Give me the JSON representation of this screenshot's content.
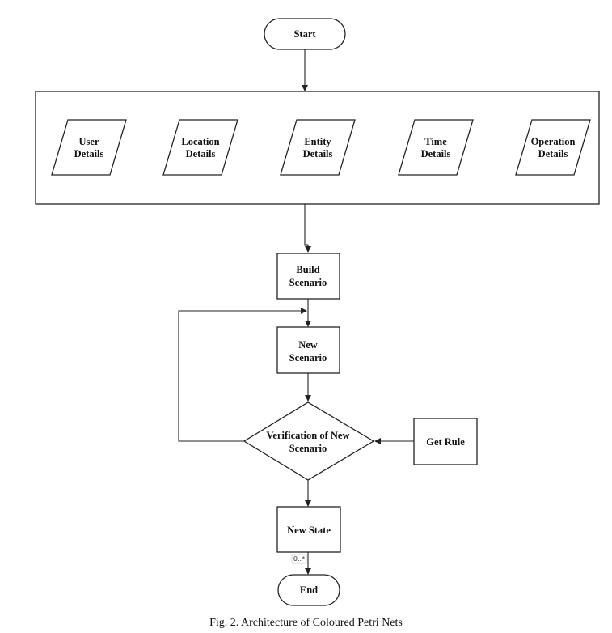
{
  "diagram": {
    "start": "Start",
    "inputs": {
      "user_details": [
        "User",
        "Details"
      ],
      "location_details": [
        "Location",
        "Details"
      ],
      "entity_details": [
        "Entity",
        "Details"
      ],
      "time_details": [
        "Time",
        "Details"
      ],
      "operation_details": [
        "Operation",
        "Details"
      ]
    },
    "build_scenario": [
      "Build",
      "Scenario"
    ],
    "new_scenario": [
      "New",
      "Scenario"
    ],
    "verification": [
      "Verification of New",
      "Scenario"
    ],
    "get_rule": "Get Rule",
    "new_state": "New State",
    "end": "End",
    "edge_label": "0..*"
  },
  "caption": "Fig. 2. Architecture of Coloured Petri Nets"
}
